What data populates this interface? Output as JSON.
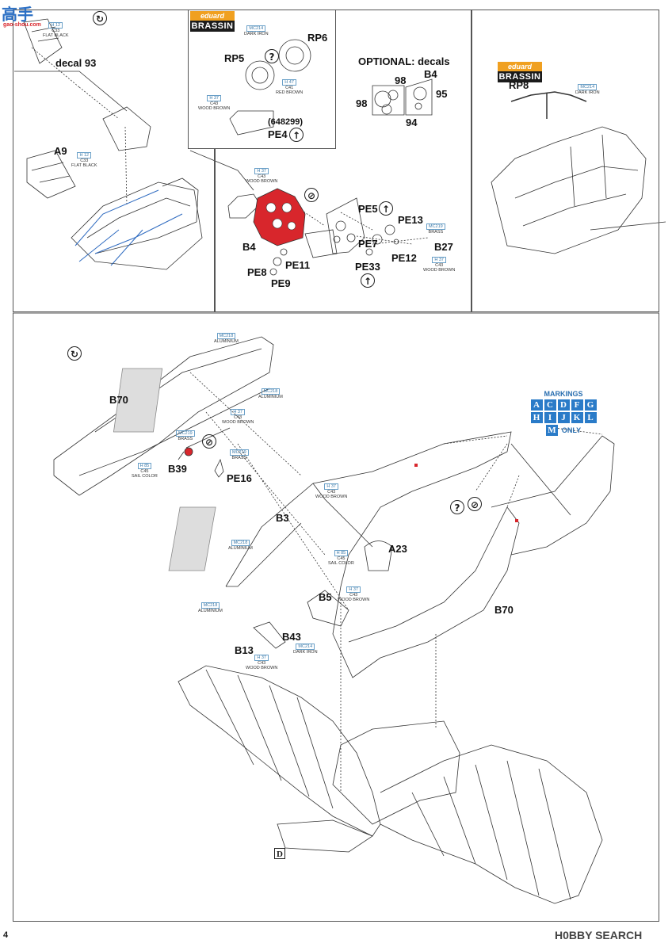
{
  "watermark_top": {
    "chars": "高手",
    "site": "gao-shou.com"
  },
  "watermark_bottom": {
    "brand": "H0BBY SEARCH"
  },
  "page_number": "4",
  "brassin": {
    "top": "eduard",
    "bottom": "BRASSIN"
  },
  "panel1": {
    "labels": {
      "decal": "decal 93",
      "a9": "A9"
    },
    "notes": [
      {
        "code": "H 12",
        "text": "C33\nFLAT BLACK"
      },
      {
        "code": "H 12",
        "text": "C33\nFLAT BLACK"
      }
    ]
  },
  "panel2": {
    "labels": {
      "rp5": "RP5",
      "rp6": "RP6",
      "code": "(648299)",
      "pe4": "PE4"
    },
    "notes": [
      {
        "code": "MC214",
        "text": "DARK IRON"
      },
      {
        "code": "H 37",
        "text": "C43\nWOOD BROWN"
      },
      {
        "code": "H 47",
        "text": "C41\nRED BROWN"
      }
    ]
  },
  "panel3": {
    "labels": {
      "title": "OPTIONAL: decals",
      "n98a": "98",
      "b4": "B4",
      "n95": "95",
      "n98b": "98",
      "n94": "94"
    }
  },
  "panel4": {
    "labels": {
      "rp8": "RP8"
    },
    "notes": [
      {
        "code": "MC214",
        "text": "DARK IRON"
      }
    ]
  },
  "instrument": {
    "labels": {
      "b4": "B4",
      "pe5": "PE5",
      "pe13": "PE13",
      "b27": "B27",
      "pe7": "PE7",
      "pe12": "PE12",
      "pe11": "PE11",
      "pe8": "PE8",
      "pe9": "PE9",
      "pe33": "PE33"
    },
    "notes": [
      {
        "code": "H 37",
        "text": "C43\nWOOD BROWN"
      },
      {
        "code": "MC219",
        "text": "BRASS"
      },
      {
        "code": "H 37",
        "text": "C43\nWOOD BROWN"
      }
    ]
  },
  "lower": {
    "labels": {
      "b70a": "B70",
      "b39": "B39",
      "pe16": "PE16",
      "b3": "B3",
      "a23": "A23",
      "b5": "B5",
      "b70b": "B70",
      "b43": "B43",
      "b13": "B13"
    },
    "notes": [
      {
        "code": "MC218",
        "text": "ALUMINIUM"
      },
      {
        "code": "MC218",
        "text": "ALUMINIUM"
      },
      {
        "code": "H 37",
        "text": "C43\nWOOD BROWN"
      },
      {
        "code": "MC219",
        "text": "BRASS"
      },
      {
        "code": "MC219",
        "text": "BRASS"
      },
      {
        "code": "H 85",
        "text": "C45\nSAIL COLOR"
      },
      {
        "code": "H 37",
        "text": "C43\nWOOD BROWN"
      },
      {
        "code": "MC218",
        "text": "ALUMINIUM"
      },
      {
        "code": "H 85",
        "text": "C45\nSAIL COLOR"
      },
      {
        "code": "H 37",
        "text": "C43\nWOOD BROWN"
      },
      {
        "code": "MC218",
        "text": "ALUMINIUM"
      },
      {
        "code": "MC214",
        "text": "DARK IRON"
      },
      {
        "code": "H 37",
        "text": "C43\nWOOD BROWN"
      }
    ],
    "markings": {
      "title": "MARKINGS",
      "row1": [
        "A",
        "C",
        "D",
        "F",
        "G"
      ],
      "row2": [
        "H",
        "I",
        "J",
        "K",
        "L"
      ],
      "row3": [
        "M"
      ],
      "only": "ONLY"
    },
    "d_box": "D"
  },
  "colors": {
    "red_part": "#d8262c",
    "blue_lines": "#2f6bc0",
    "brass_orange": "#f0a020",
    "markings_blue": "#2a7bc8"
  }
}
